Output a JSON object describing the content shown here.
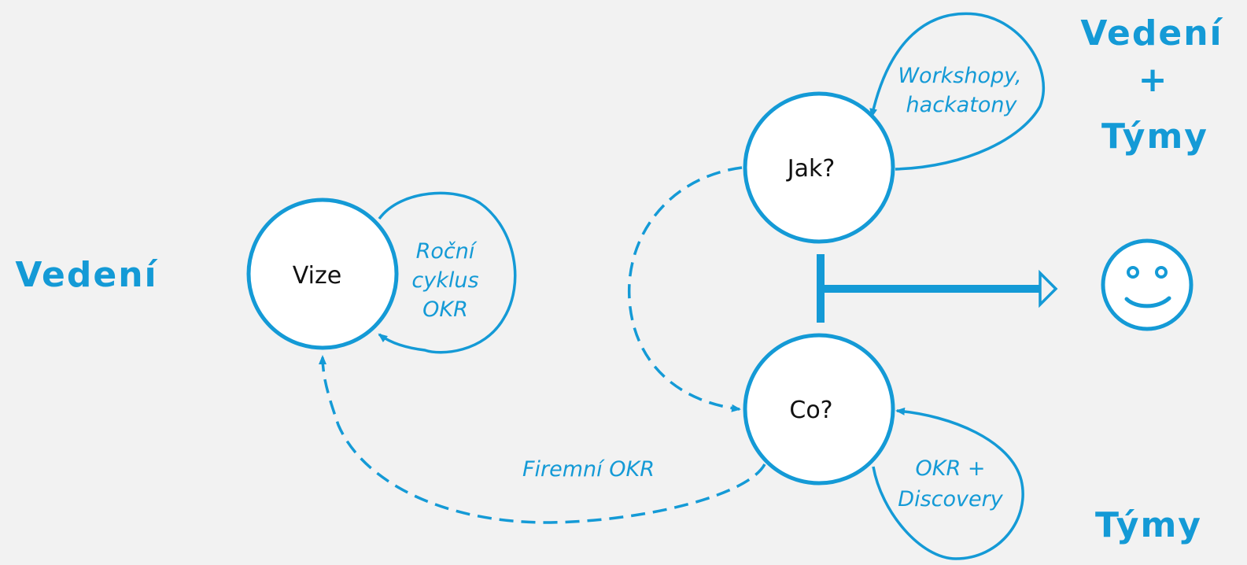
{
  "colors": {
    "accent": "#149ad6",
    "background": "#f2f2f2",
    "node_fill": "#ffffff",
    "text": "#111111"
  },
  "nodes": {
    "vize": "Vize",
    "jak": "Jak?",
    "co": "Co?"
  },
  "loops": {
    "vize_line1": "Roční",
    "vize_line2": "cyklus",
    "vize_line3": "OKR",
    "jak_line1": "Workshopy,",
    "jak_line2": "hackatony",
    "co_line1": "OKR +",
    "co_line2": "Discovery"
  },
  "edges": {
    "co_to_vize": "Firemní OKR"
  },
  "sides": {
    "left": "Vedení",
    "top_right_line1": "Vedení",
    "top_right_plus": "+",
    "top_right_line2": "Týmy",
    "bottom_right": "Týmy"
  },
  "icons": {
    "outcome": "smiley-face-icon"
  }
}
